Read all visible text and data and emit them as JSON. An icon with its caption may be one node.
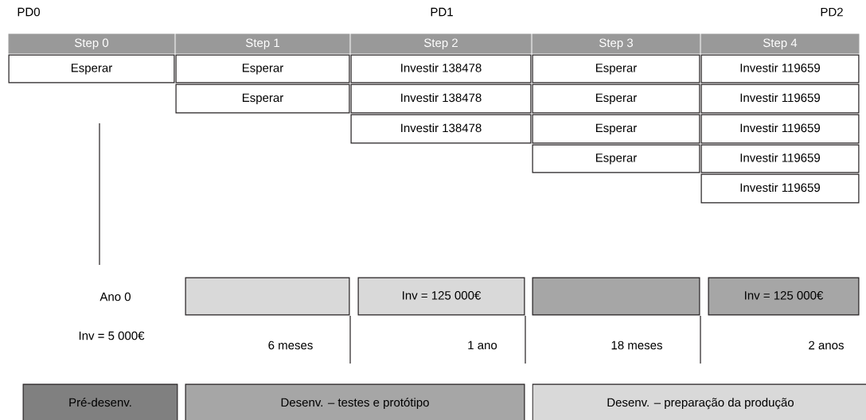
{
  "diagram": {
    "nodes": [
      {
        "text": [
          "Step 0"
        ]
      },
      {
        "text": [
          "Step 1"
        ]
      },
      {
        "text": [
          "Step 2"
        ]
      },
      {
        "text": [
          "Step 3"
        ]
      },
      {
        "text": [
          "Step 4"
        ]
      },
      {
        "text": [
          "Esperar"
        ]
      },
      {
        "text": [
          "Esperar"
        ]
      },
      {
        "text": [
          "Investir 138478"
        ]
      },
      {
        "text": [
          "Esperar"
        ]
      },
      {
        "text": [
          "Investir 119659"
        ]
      },
      {
        "text": [
          "Esperar"
        ]
      },
      {
        "text": [
          "Investir 138478"
        ]
      },
      {
        "text": [
          "Esperar"
        ]
      },
      {
        "text": [
          "Investir 119659"
        ]
      },
      {
        "text": [
          "Investir 138478"
        ]
      },
      {
        "text": [
          "Esperar"
        ]
      },
      {
        "text": [
          "Investir 119659"
        ]
      },
      {
        "text": [
          "Esperar"
        ]
      },
      {
        "text": [
          "Investir 119659"
        ]
      },
      {
        "text": [
          "Investir 119659"
        ]
      },
      {
        "text": [],
        "shape": "box"
      },
      {
        "text": [
          "Inv = 125 000€"
        ]
      },
      {
        "text": [],
        "shape": "box"
      },
      {
        "text": [
          "Inv = 125 000€"
        ]
      },
      {
        "text": [
          "Pré-desenv."
        ]
      },
      {
        "text": [
          "Desenv. – testes e protótipo"
        ]
      },
      {
        "text": [
          "Desenv. – preparação da produção"
        ]
      }
    ],
    "labels": [
      "PD0",
      "PD1",
      "PD2",
      "Ano 0",
      "Inv = 5 000€",
      "6 meses",
      "1 ano",
      "18 meses",
      "2 anos"
    ]
  }
}
